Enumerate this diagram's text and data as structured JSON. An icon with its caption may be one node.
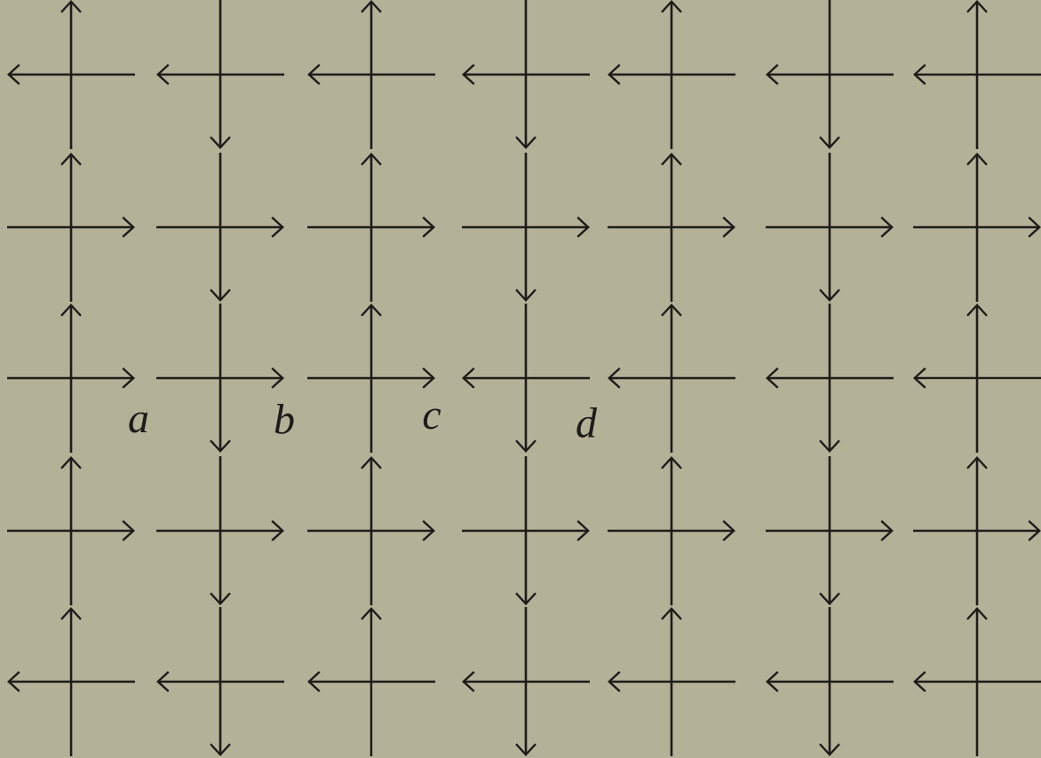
{
  "diagram": {
    "labels": [
      "a",
      "b",
      "c",
      "d"
    ]
  }
}
